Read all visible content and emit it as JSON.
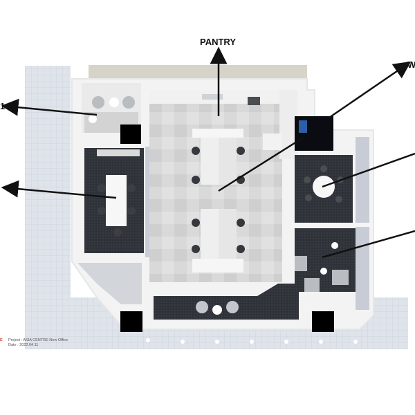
{
  "labels": {
    "pantry": "PANTRY",
    "right_top": "W",
    "left_top": "1"
  },
  "info": {
    "brand_fragment": "E",
    "project": "Project : ASIA CENTRE New Office",
    "date": "Date : 2022.04.11"
  },
  "colors": {
    "wall": "#f4f4f4",
    "carpet": "#2e3236",
    "tile": "#d8d8d8",
    "glass": "#c8ccd6",
    "desk": "#f7f7f7",
    "chair": "#3a3d40",
    "arrow": "#111111",
    "brand": "#d9442a"
  }
}
